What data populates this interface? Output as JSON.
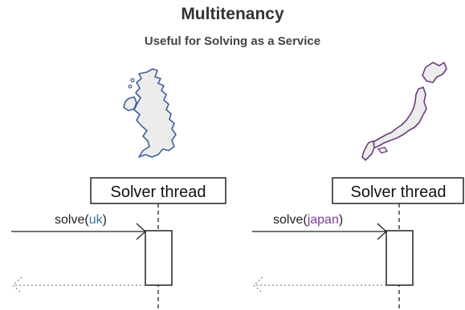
{
  "title": "Multitenancy",
  "subtitle": "Useful for Solving as a Service",
  "colors": {
    "uk": "#3a6ea8",
    "japan": "#7a3e8a",
    "uk_map_stroke": "#3f5f9a",
    "japan_map_stroke": "#6a3d7a",
    "map_fill": "#ececec"
  },
  "left": {
    "box_label": "Solver thread",
    "call_prefix": "solve(",
    "call_arg": "uk",
    "call_suffix": ")",
    "map_icon": "uk-map-icon"
  },
  "right": {
    "box_label": "Solver thread",
    "call_prefix": "solve(",
    "call_arg": "japan",
    "call_suffix": ")",
    "map_icon": "japan-map-icon"
  }
}
